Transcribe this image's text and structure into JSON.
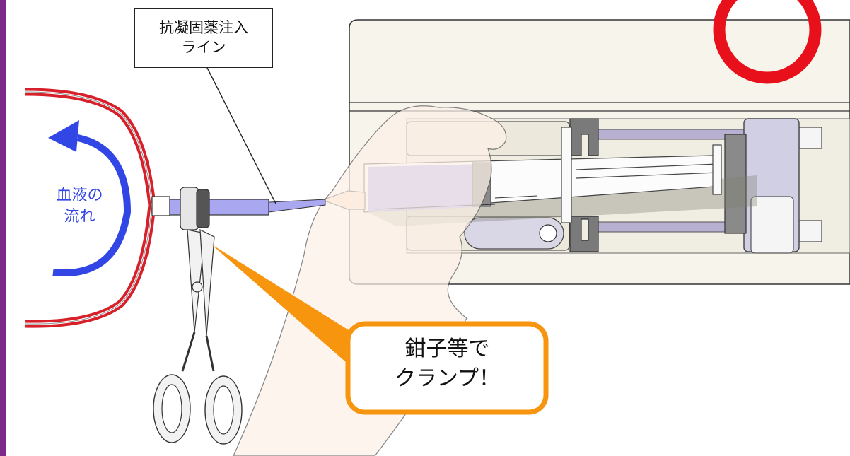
{
  "labels": {
    "anticoagulant_line": [
      "抗凝固薬注入",
      "ライン"
    ],
    "blood_flow": [
      "血液の",
      "流れ"
    ],
    "clamp_note": [
      "鉗子等で",
      "クランプ！"
    ]
  },
  "colors": {
    "left_border": "#7b2a8a",
    "correct_circle": "#e8101a",
    "blood_circuit": "#d7202a",
    "flow_arrow": "#3246e6",
    "flow_text": "#3246e6",
    "callout": "#f7950f",
    "syringe_fluid": "#a9a7f0",
    "hand_fill": "#fdf1e8",
    "device_fill": "#f7f4ec"
  },
  "icons": {
    "correct_mark": "circle-icon",
    "flow_direction": "curved-arrow-icon",
    "clamp_tool": "forceps-icon"
  }
}
